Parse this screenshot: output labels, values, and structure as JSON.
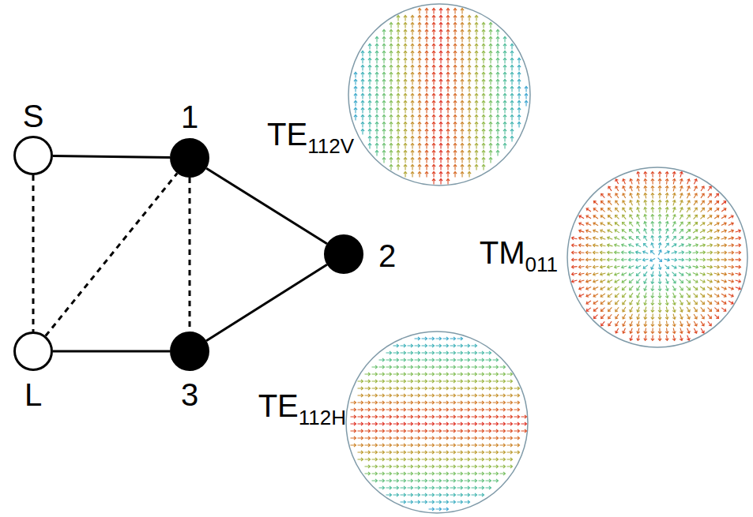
{
  "diagram": {
    "nodes": [
      {
        "text": [
          "S"
        ]
      },
      {
        "text": [
          "1"
        ]
      },
      {
        "text": [
          "2"
        ]
      },
      {
        "text": [
          "L"
        ]
      },
      {
        "text": [
          "3"
        ]
      }
    ],
    "edges": [
      {
        "from": 0,
        "to": 1,
        "arrow": "none"
      },
      {
        "from": 1,
        "to": 2,
        "arrow": "none"
      },
      {
        "from": 2,
        "to": 4,
        "arrow": "none"
      },
      {
        "from": 4,
        "to": 3,
        "arrow": "none"
      },
      {
        "from": 0,
        "to": 3,
        "arrow": "none"
      },
      {
        "from": 3,
        "to": 1,
        "arrow": "none"
      },
      {
        "from": 1,
        "to": 4,
        "arrow": "none"
      }
    ],
    "labels": [
      "TE112V",
      "TM011",
      "TE112H"
    ]
  }
}
